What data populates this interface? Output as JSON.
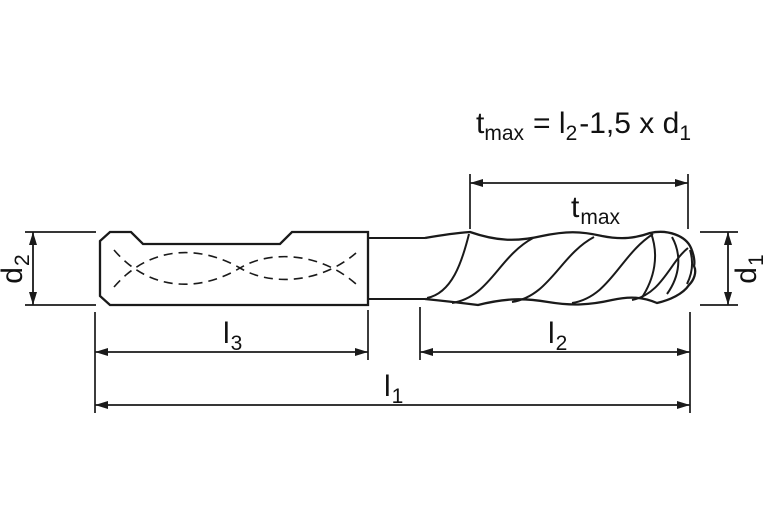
{
  "figure": {
    "background": "#ffffff",
    "line_color": "#1a1a1a",
    "formula": {
      "t": "t",
      "t_sub": "max",
      "eq": "= l",
      "eq_sub": "2",
      "rest": "-1,5 x d",
      "rest_sub": "1"
    },
    "labels": {
      "t_max": {
        "base": "t",
        "sub": "max"
      },
      "d2": {
        "base": "d",
        "sub": "2"
      },
      "d1": {
        "base": "d",
        "sub": "1"
      },
      "l3": {
        "base": "l",
        "sub": "3"
      },
      "l2": {
        "base": "l",
        "sub": "2"
      },
      "l1": {
        "base": "l",
        "sub": "1"
      }
    }
  }
}
